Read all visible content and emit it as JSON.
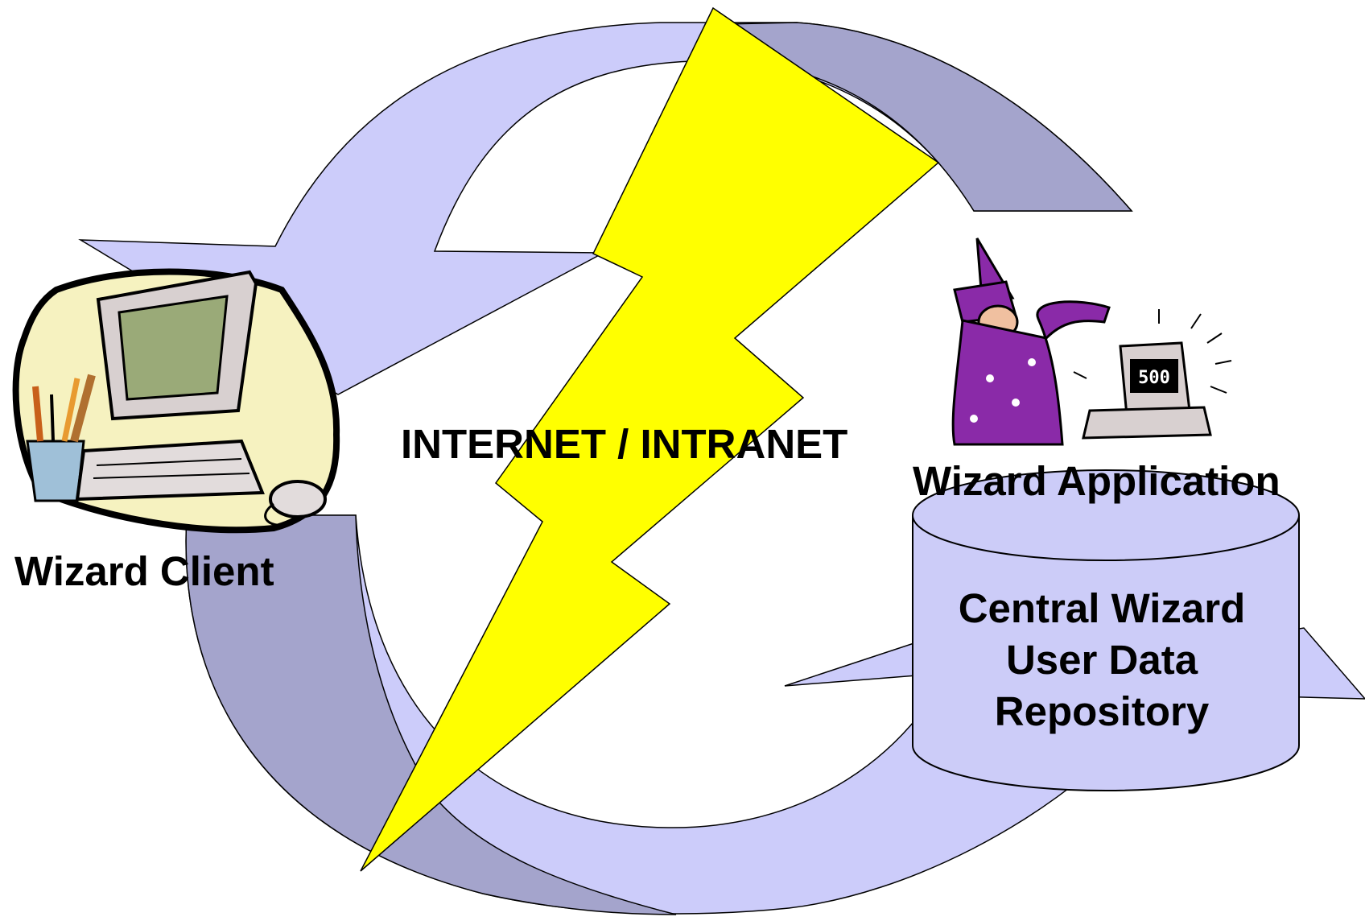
{
  "diagram": {
    "network_label": "INTERNET / INTRANET",
    "client_label": "Wizard Client",
    "application_label": "Wizard Application",
    "repository_label_lines": [
      "Central Wizard",
      "User Data",
      "Repository"
    ],
    "monitor_counter": "500"
  },
  "colors": {
    "arrow_light": "#ccccfa",
    "arrow_dark": "#a4a4cc",
    "lightning": "#ffff00",
    "cylinder": "#ccccf8",
    "wizard_robe": "#8a2aa8",
    "client_blob": "#f6f2c0",
    "monitor_screen": "#9aaa78"
  }
}
